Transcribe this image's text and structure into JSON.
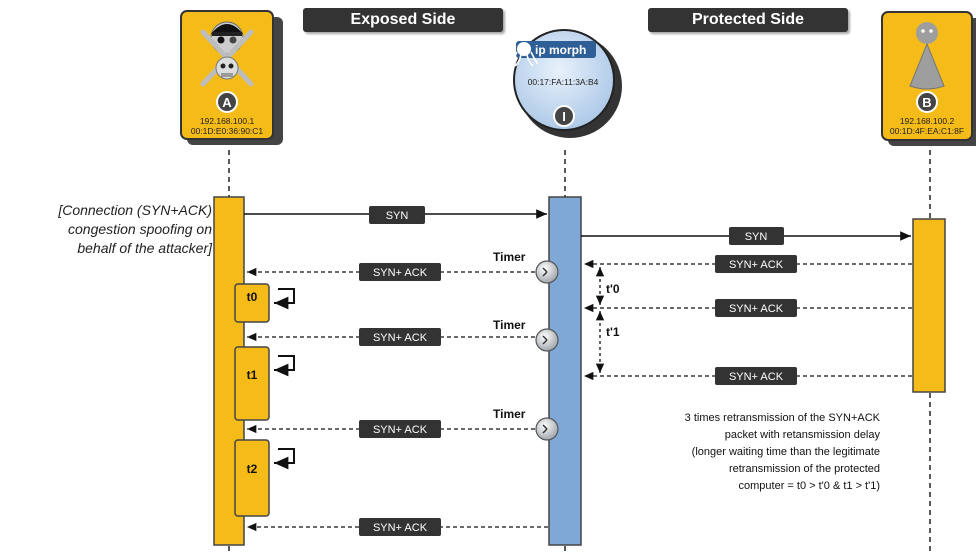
{
  "headers": {
    "exposed": "Exposed Side",
    "protected": "Protected Side"
  },
  "attacker": {
    "letter": "A",
    "ip": "192.168.100.1",
    "mac": "00:1D:E0:36:90:C1",
    "icon": "pirate-skull-icon"
  },
  "interceptor": {
    "brand": "ip morph",
    "mac": "00:17:FA:11:3A:B4",
    "letter": "I",
    "icon": "octopus-icon"
  },
  "protected_host": {
    "letter": "B",
    "ip": "192.168.100.2",
    "mac": "00:1D:4F:EA:C1:8F",
    "icon": "cone-person-icon"
  },
  "attack_note": [
    "[Connection (SYN+ACK)",
    "congestion spoofing on",
    "behalf of the attacker]"
  ],
  "messages": {
    "syn_attacker": "SYN",
    "syn_protected": "SYN",
    "synack_b_1": "SYN+ ACK",
    "synack_b_2": "SYN+ ACK",
    "synack_b_3": "SYN+ ACK",
    "synack_a_1": "SYN+ ACK",
    "synack_a_2": "SYN+ ACK",
    "synack_a_3": "SYN+ ACK",
    "synack_a_4": "SYN+ ACK"
  },
  "timer_label": "Timer",
  "timers": [
    "Timer",
    "Timer",
    "Timer"
  ],
  "waits": [
    "t0",
    "t1",
    "t2"
  ],
  "legit_delays": [
    "t'0",
    "t'1"
  ],
  "info_note": [
    "3 times retransmission of the SYN+ACK",
    "packet with retansmission delay",
    "(longer waiting time than the legitimate",
    "retransmission of the protected",
    "computer = t0 > t'0 & t1 > t'1)"
  ],
  "colors": {
    "attacker_bar": "#f5bb18",
    "interceptor_bar": "#7fa8d6",
    "protected_bar": "#f5bb18",
    "label_box": "#333333",
    "header_bg": "#333333"
  }
}
